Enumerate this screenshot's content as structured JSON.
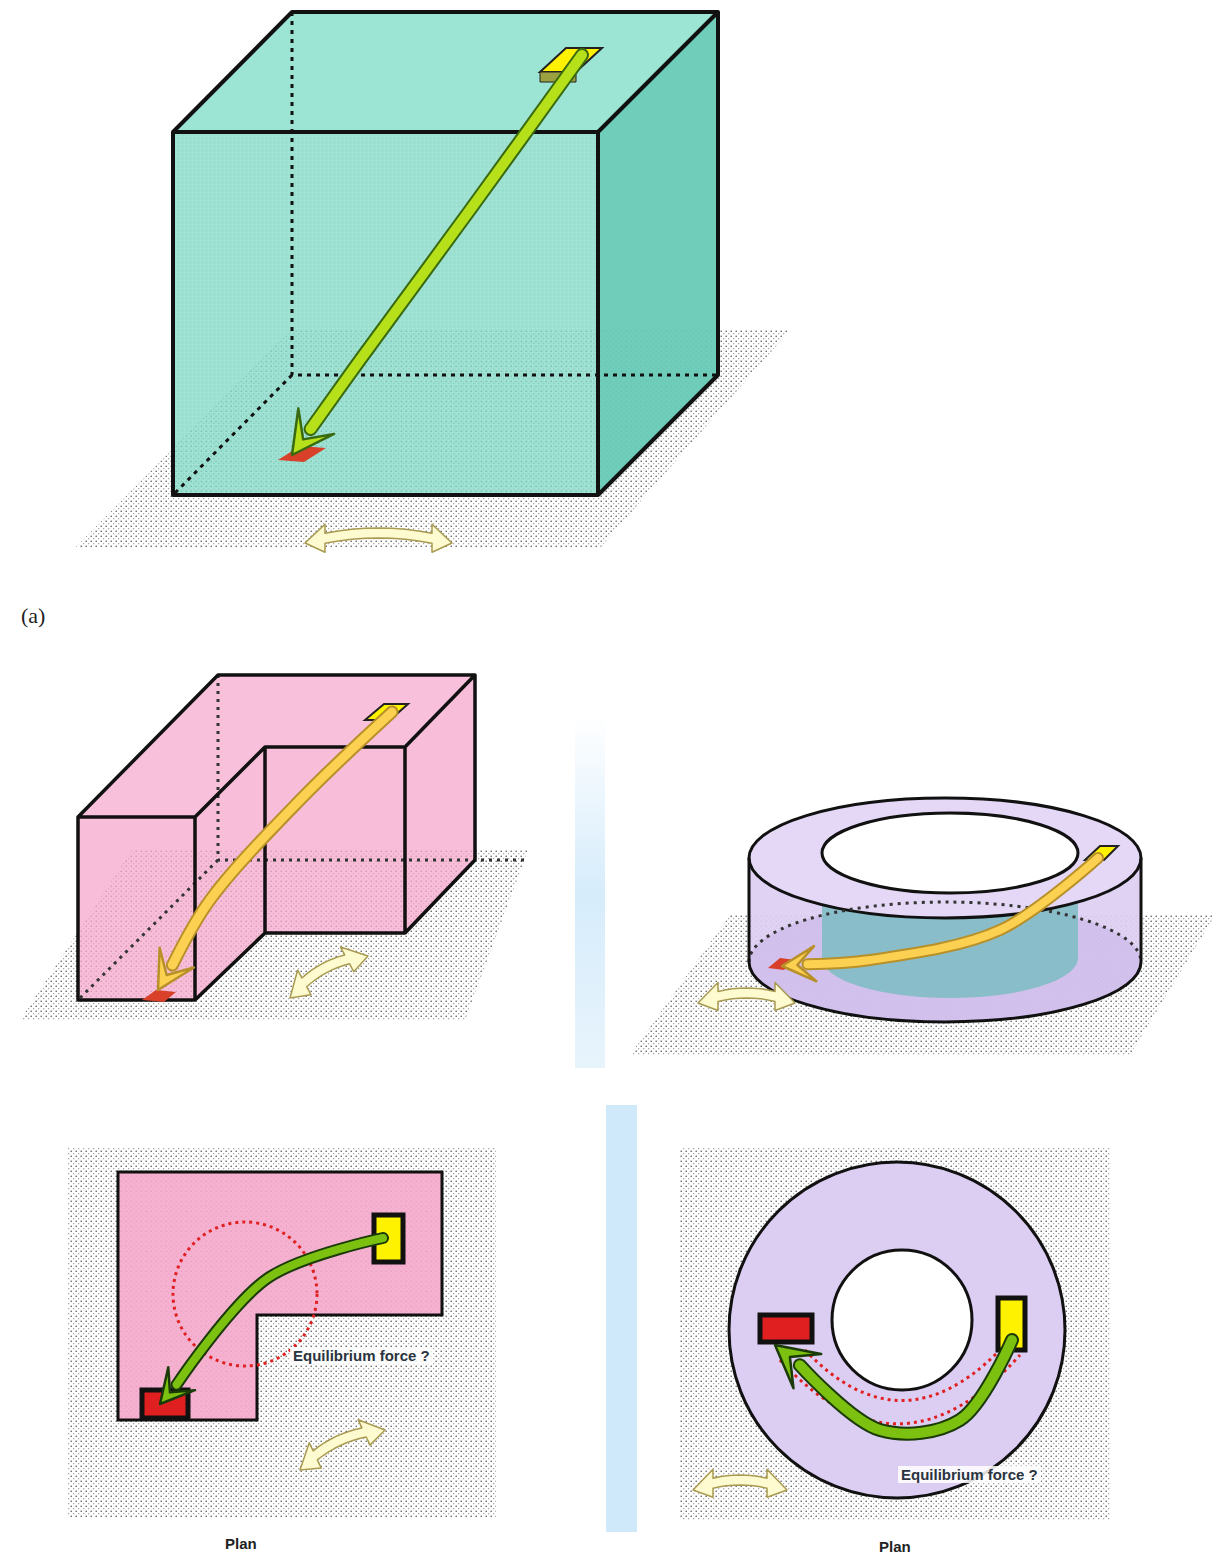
{
  "diagram": {
    "labels": [
      "(a)",
      "Equilibrium force ?",
      "Equilibrium force ?",
      "Plan",
      "Plan"
    ]
  }
}
